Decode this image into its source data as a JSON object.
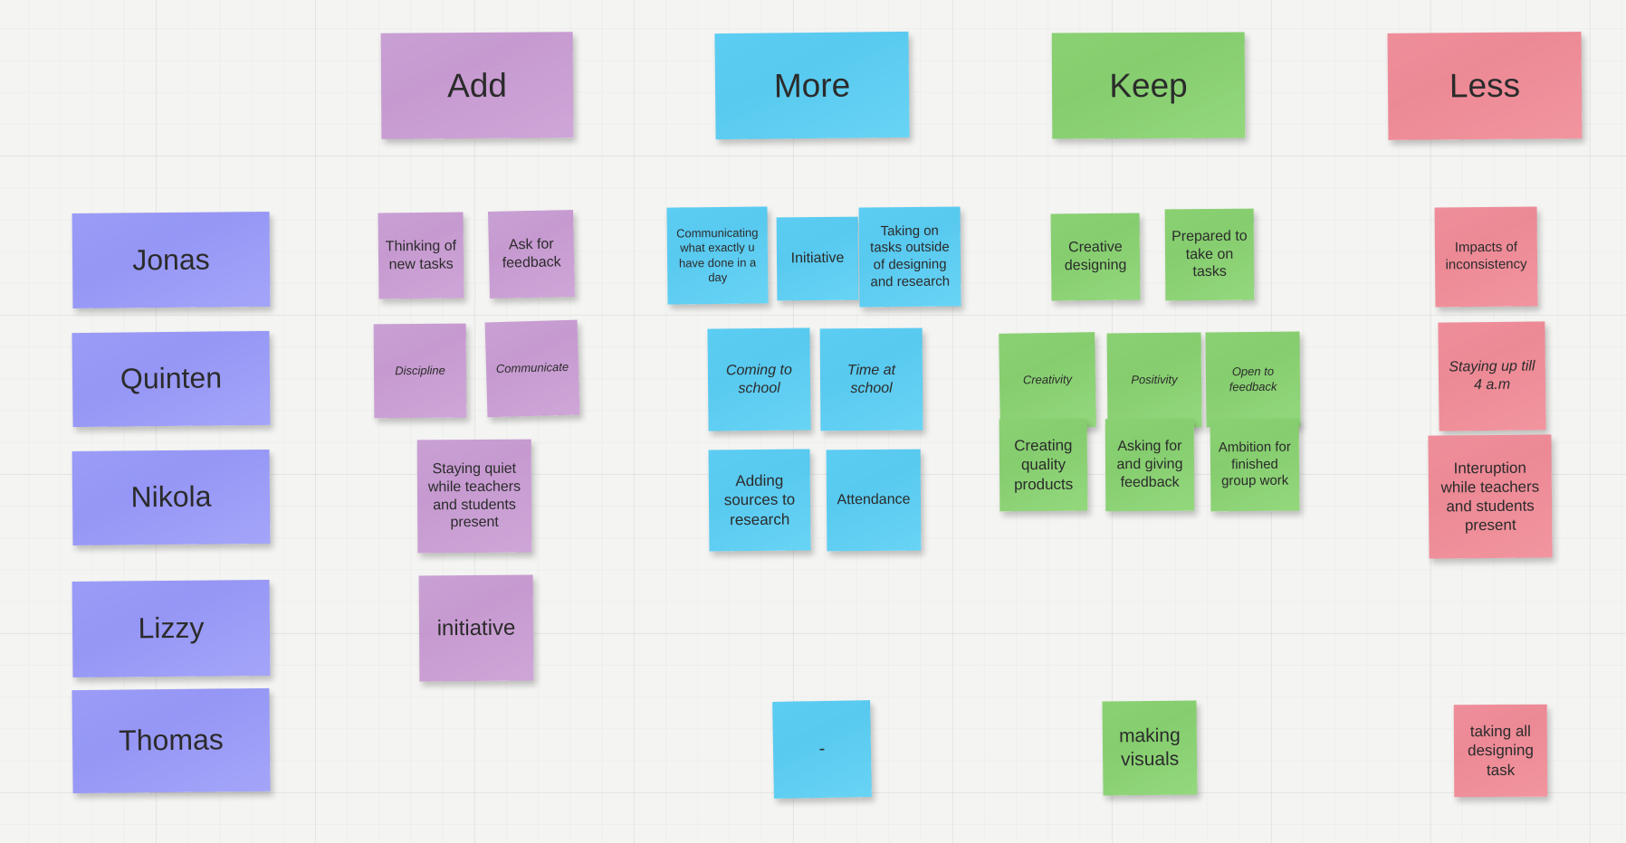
{
  "board": {
    "title": "Add / More / Keep / Less retrospective board",
    "background_color": "#f4f4f2",
    "grid": "on",
    "colors": {
      "purple": "#c9a0d4",
      "blue": "#5ccdf2",
      "green": "#8ad173",
      "red": "#ef8e9b",
      "indigo": "#9b9cf7",
      "text": "#2b2b2b"
    }
  },
  "headers": [
    {
      "id": "add",
      "label": "Add",
      "color": "#c9a0d4"
    },
    {
      "id": "more",
      "label": "More",
      "color": "#5ccdf2"
    },
    {
      "id": "keep",
      "label": "Keep",
      "color": "#8ad173"
    },
    {
      "id": "less",
      "label": "Less",
      "color": "#ef8e9b"
    }
  ],
  "names": [
    {
      "label": "Jonas"
    },
    {
      "label": "Quinten"
    },
    {
      "label": "Nikola"
    },
    {
      "label": "Lizzy"
    },
    {
      "label": "Thomas"
    }
  ],
  "add_notes": [
    {
      "label": "Thinking of new tasks"
    },
    {
      "label": "Ask for feedback"
    },
    {
      "label": "Discipline"
    },
    {
      "label": "Communicate"
    },
    {
      "label": "Staying quiet while teachers and students present"
    },
    {
      "label": "initiative"
    }
  ],
  "more_notes": [
    {
      "label": "Communicating what exactly u have done in a day"
    },
    {
      "label": "Initiative"
    },
    {
      "label": "Taking on tasks outside of designing and research"
    },
    {
      "label": "Coming to school"
    },
    {
      "label": "Time at school"
    },
    {
      "label": "Adding sources to research"
    },
    {
      "label": "Attendance"
    },
    {
      "label": "-"
    }
  ],
  "keep_notes": [
    {
      "label": "Creative designing"
    },
    {
      "label": "Prepared to take on tasks"
    },
    {
      "label": "Creativity"
    },
    {
      "label": "Positivity"
    },
    {
      "label": "Open to feedback"
    },
    {
      "label": "Creating quality products"
    },
    {
      "label": "Asking for and giving feedback"
    },
    {
      "label": "Ambition for finished group work"
    },
    {
      "label": "making visuals"
    }
  ],
  "less_notes": [
    {
      "label": "Impacts of inconsistency"
    },
    {
      "label": "Staying up till 4 a.m"
    },
    {
      "label": "Interuption while teachers and students present"
    },
    {
      "label": "taking all designing task"
    }
  ]
}
